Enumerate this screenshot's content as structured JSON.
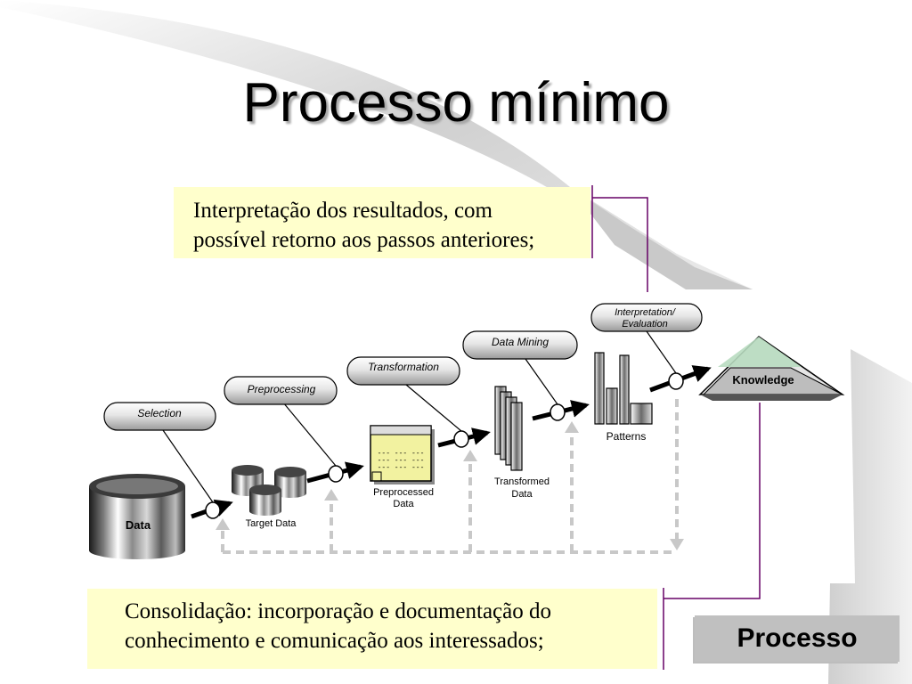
{
  "title": "Processo mínimo",
  "callouts": {
    "top": [
      "Interpretação dos resultados, com",
      "possível retorno aos passos anteriores;"
    ],
    "bottom": [
      "Consolidação: incorporação e documentação do",
      "conhecimento e comunicação aos interessados;"
    ]
  },
  "section_label": "Processo",
  "diagram": {
    "steps": {
      "selection": "Selection",
      "preprocessing": "Preprocessing",
      "transformation": "Transformation",
      "data_mining": "Data Mining",
      "interpretation_line1": "Interpretation/",
      "interpretation_line2": "Evaluation"
    },
    "nodes": {
      "data": "Data",
      "target_data": "Target Data",
      "preprocessed_line1": "Preprocessed",
      "preprocessed_line2": "Data",
      "transformed_line1": "Transformed",
      "transformed_line2": "Data",
      "patterns": "Patterns",
      "knowledge": "Knowledge"
    },
    "document_lines": [
      "--- --- ---",
      "--- --- ---",
      "--- --- ---"
    ]
  },
  "colors": {
    "callout_bg": "#ffffcc",
    "connector": "#660066",
    "feedback": "#c8c8c8",
    "label_bg": "#c0c0c0"
  }
}
